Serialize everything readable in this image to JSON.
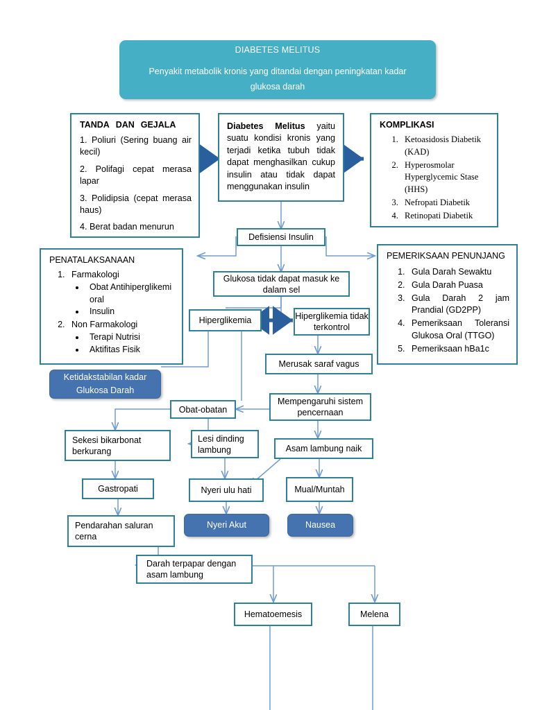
{
  "header": {
    "title": "DIABETES MELITUS",
    "subtitle": "Penyakit metabolik kronis yang ditandai dengan peningkatan kadar glukosa darah"
  },
  "colors": {
    "header_teal": "#45AFC6",
    "box_border_teal": "#2E8195",
    "nursing_blue": "#4573B0",
    "connector_blue": "#4A7EBB"
  },
  "signs_panel": {
    "title_words": [
      "TANDA",
      "DAN",
      "GEJALA"
    ],
    "title": "TANDA DAN GEJALA",
    "items": [
      "1. Poliuri (Sering buang air kecil)",
      "2. Polifagi cepat merasa lapar",
      "3. Polidipsia (cepat merasa haus)",
      "4. Berat badan menurun"
    ]
  },
  "definition_box": {
    "bold_lead": "Diabetes Melitus",
    "text": "yaitu suatu kondisi kronis yang terjadi ketika tubuh tidak dapat menghasilkan cukup insulin atau tidak dapat menggunakan insulin"
  },
  "complications_panel": {
    "title": "KOMPLIKASI",
    "items": [
      "Ketoasidosis Diabetik (KAD)",
      "Hyperosmolar Hyperglycemic Stase (HHS)",
      "Nefropati Diabetik",
      "Retinopati Diabetik"
    ]
  },
  "management_panel": {
    "title": "PENATALAKSANAAN",
    "items": [
      {
        "label": "Farmakologi",
        "sub": [
          "Obat Antihiperglikemi oral",
          "Insulin"
        ]
      },
      {
        "label": "Non Farmakologi",
        "sub": [
          "Terapi Nutrisi",
          "Aktifitas Fisik"
        ]
      }
    ]
  },
  "investigations_panel": {
    "title": "PEMERIKSAAN PENUNJANG",
    "items": [
      "Gula Darah Sewaktu",
      "Gula Darah Puasa",
      "Gula Darah 2 jam Prandial (GD2PP)",
      "Pemeriksaan Toleransi Glukosa Oral (TTGO)",
      "Pemeriksaan hBa1c"
    ]
  },
  "flow": {
    "defisiensi_insulin": "Defisiensi Insulin",
    "glukosa_tidak_masuk": "Glukosa tidak dapat masuk ke dalam sel",
    "hiperglikemia": "Hiperglikemia",
    "hiperglikemia_tidak_terkontrol": "Hiperglikemia tidak terkontrol",
    "merusak_saraf_vagus": "Merusak saraf vagus",
    "mempengaruhi_sistem": "Mempengaruhi sistem pencernaan",
    "asam_lambung_naik": "Asam lambung naik",
    "obat_obatan": "Obat-obatan",
    "sekresi_bikarbonat": "Sekesi bikarbonat berkurang",
    "gastropati": "Gastropati",
    "pendarahan_saluran": "Pendarahan saluran cerna",
    "lesi_dinding_lambung": "Lesi dinding lambung",
    "nyeri_ulu_hati": "Nyeri ulu hati",
    "mual_muntah": "Mual/Muntah",
    "darah_terpapar": "Darah terpapar dengan asam lambung",
    "hematoemesis": "Hematoemesis",
    "melena": "Melena"
  },
  "diagnoses": {
    "ketidakstabilan": "Ketidakstabilan kadar Glukosa Darah",
    "nyeri_akut": "Nyeri Akut",
    "nausea": "Nausea"
  }
}
